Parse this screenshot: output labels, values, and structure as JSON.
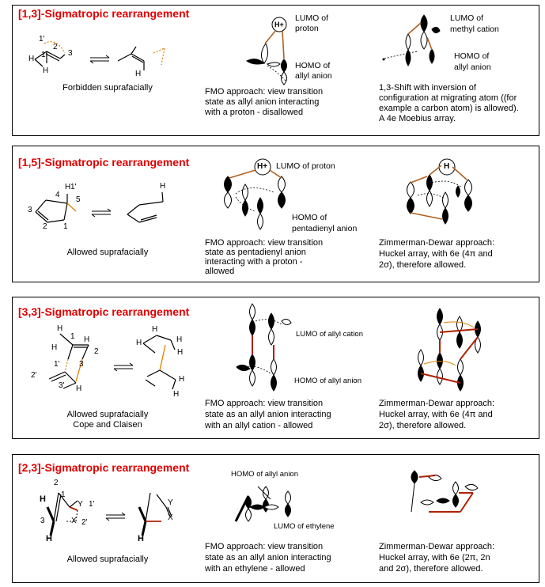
{
  "panels": [
    {
      "title": "[1,3]-Sigmatropic rearrangement",
      "scheme_caption": "Forbidden suprafacially",
      "atoms": [
        "1'",
        "2",
        "3",
        "1",
        "H",
        "H",
        "H"
      ],
      "fmo_labels": [
        "LUMO of",
        "proton",
        "HOMO of",
        "allyl anion"
      ],
      "proton": "H+",
      "fmo_caption": [
        "FMO approach: view transition",
        "state as allyl anion interacting",
        "with a proton - disallowed"
      ],
      "right_labels": [
        "LUMO of",
        "methyl cation",
        "HOMO of",
        "allyl anion"
      ],
      "right_caption": [
        "1,3-Shift with inversion of",
        "configuration at migrating atom ((for",
        "example a carbon atom) is allowed).",
        "A 4e Moebius array."
      ]
    },
    {
      "title": "[1,5]-Sigmatropic rearrangement",
      "scheme_caption": "Allowed suprafacially",
      "atoms": [
        "H",
        "4",
        "1'",
        "5",
        "3",
        "2",
        "1",
        "H"
      ],
      "proton": "H+",
      "fmo_labels": [
        "LUMO of proton",
        "HOMO of",
        "pentadienyl anion"
      ],
      "fmo_caption": [
        "FMO approach: view transition",
        "state as pentadienyl anion",
        "interacting with a proton -",
        "allowed"
      ],
      "right_proton": "H",
      "right_caption": [
        "Zimmerman-Dewar approach:",
        "Huckel array, with 6e (4π and",
        "2σ), therefore allowed."
      ]
    },
    {
      "title": "[3,3]-Sigmatropic rearrangement",
      "scheme_caption": [
        "Allowed suprafacially",
        "Cope and Claisen"
      ],
      "atoms": [
        "H",
        "1",
        "H",
        "2",
        "H",
        "1'",
        "3",
        "2'",
        "3'",
        "H",
        "H",
        "H",
        "H",
        "H",
        "H",
        "H"
      ],
      "fmo_labels": [
        "LUMO of allyl cation",
        "HOMO of allyl anion"
      ],
      "fmo_caption": [
        "FMO approach: view transition",
        "state as an allyl anion interacting",
        "with an allyl cation - allowed"
      ],
      "right_caption": [
        "Zimmerman-Dewar approach:",
        "Huckel array, with 6e (4π and",
        "2σ), therefore allowed."
      ]
    },
    {
      "title": "[2,3]-Sigmatropic rearrangement",
      "scheme_caption": "Allowed suprafacially",
      "atoms": [
        "2",
        "H",
        "1",
        "Y",
        "1'",
        "3",
        "X",
        "2'",
        "H",
        "H",
        "Y",
        "X"
      ],
      "fmo_labels": [
        "HOMO of allyl anion",
        "LUMO of ethylene"
      ],
      "fmo_caption": [
        "FMO approach: view transition",
        "state as an allyl anion interacting",
        "with an ethylene - allowed"
      ],
      "right_caption": [
        "Zimmerman-Dewar approach:",
        "Huckel array, with 6e (2π, 2n",
        "and 2σ), therefore allowed."
      ]
    }
  ]
}
